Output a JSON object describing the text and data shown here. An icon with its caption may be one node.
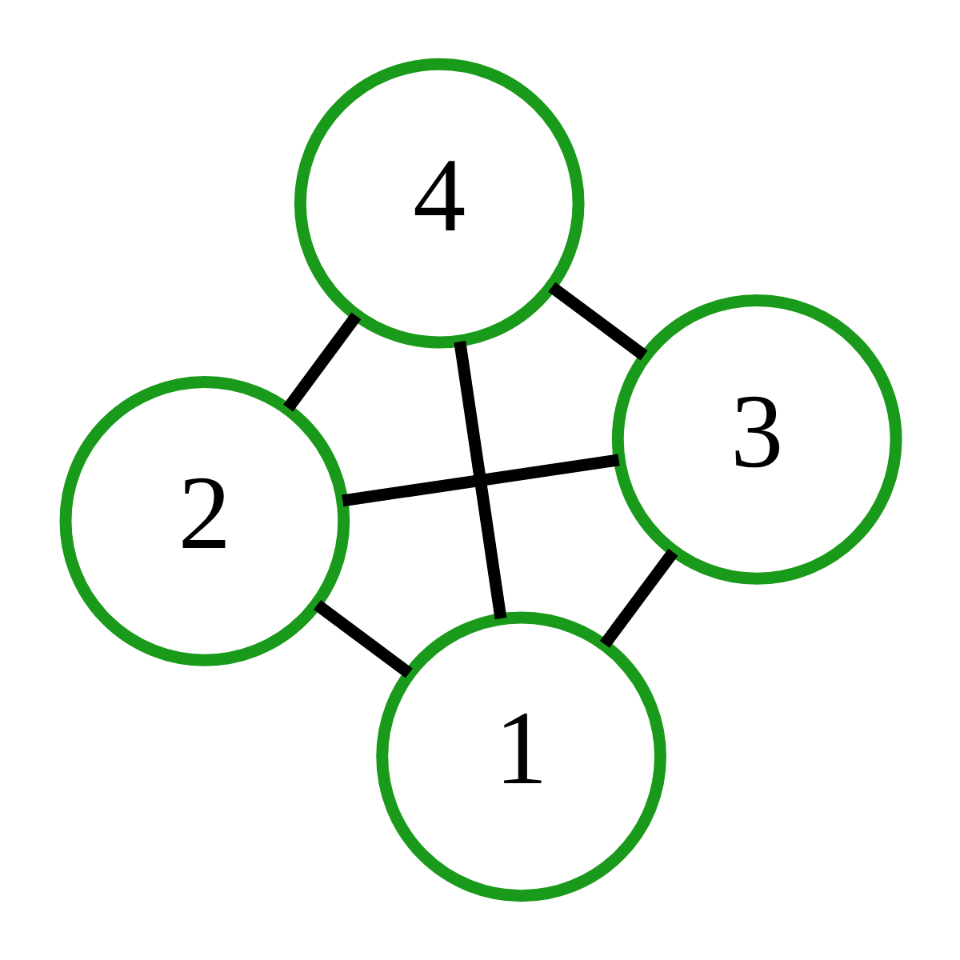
{
  "diagram": {
    "nodes": [
      {
        "text": [
          "2"
        ]
      },
      {
        "text": [
          "3"
        ]
      },
      {
        "text": [
          "1"
        ]
      },
      {
        "text": [
          "4"
        ]
      }
    ],
    "edges": [
      {
        "from": 0,
        "to": 1,
        "arrow": "none"
      },
      {
        "from": 0,
        "to": 2,
        "arrow": "none"
      },
      {
        "from": 0,
        "to": 3,
        "arrow": "none"
      },
      {
        "from": 1,
        "to": 2,
        "arrow": "none"
      },
      {
        "from": 1,
        "to": 3,
        "arrow": "none"
      },
      {
        "from": 2,
        "to": 3,
        "arrow": "none"
      }
    ]
  }
}
